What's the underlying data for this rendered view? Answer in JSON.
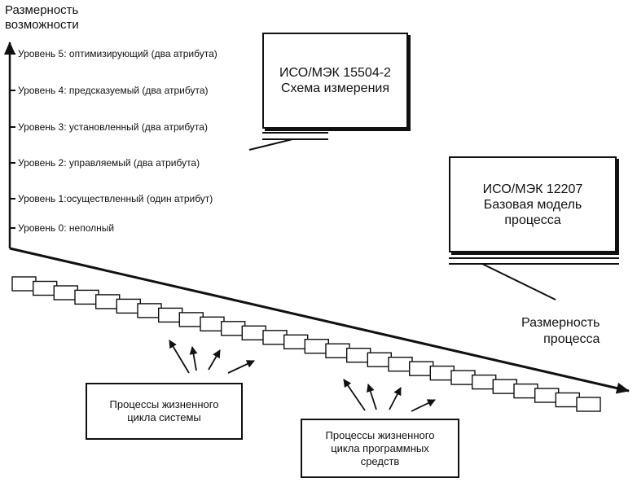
{
  "capability_axis": {
    "title_line1": "Размерность",
    "title_line2": "возможности",
    "levels": [
      "Уровень 5: оптимизирующий (два атрибута)",
      "Уровень 4: предсказуемый (два атрибута)",
      "Уровень 3: установленный (два атрибута)",
      "Уровень 2: управляемый (два атрибута)",
      "Уровень 1:осуществленный (один атрибут)",
      "Уровень 0: неполный"
    ]
  },
  "process_axis": {
    "title_line1": "Размерность",
    "title_line2": "процесса"
  },
  "standards": {
    "measurement": {
      "line1": "ИСО/МЭК 15504-2",
      "line2": "Схема измерения"
    },
    "process_model": {
      "line1": "ИСО/МЭК 12207",
      "line2": "Базовая модель",
      "line3": "процесса"
    }
  },
  "process_groups": {
    "system": {
      "line1": "Процессы жизненного",
      "line2": "цикла системы"
    },
    "software": {
      "line1": "Процессы жизненного",
      "line2": "цикла программных",
      "line3": "средств"
    }
  }
}
